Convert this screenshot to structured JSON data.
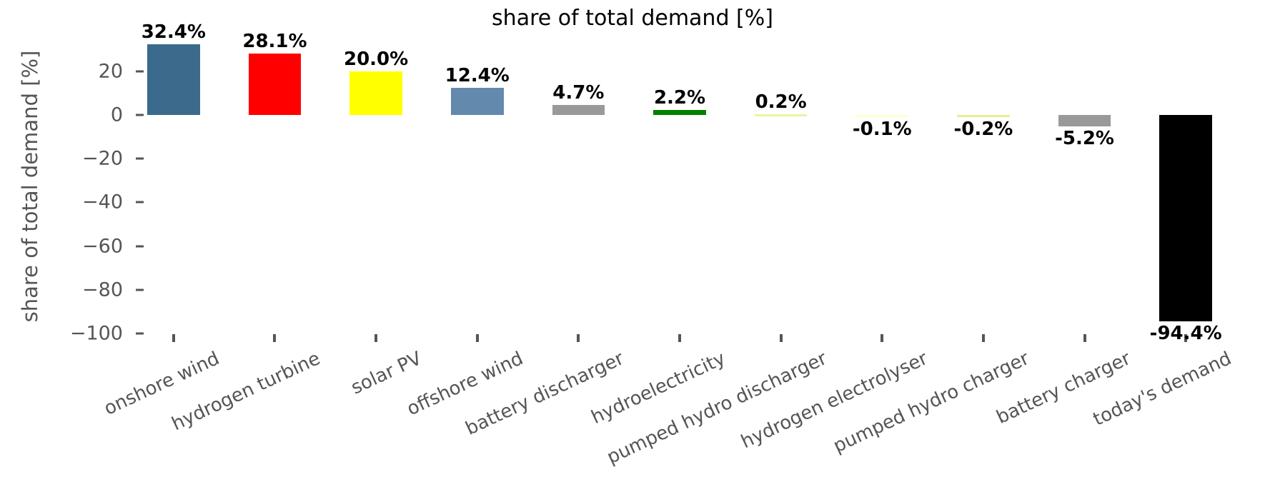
{
  "chart_data": {
    "type": "bar",
    "title": "share of total demand [%]",
    "xlabel": "",
    "ylabel": "share of total demand [%]",
    "ylim": [
      -100,
      32.4
    ],
    "grid": false,
    "legend": "none",
    "y_ticks": [
      20,
      0,
      -20,
      -40,
      -60,
      -80,
      -100
    ],
    "y_tick_labels": [
      "20",
      "0",
      "−20",
      "−40",
      "−60",
      "−80",
      "−100"
    ],
    "categories": [
      "onshore wind",
      "hydrogen turbine",
      "solar PV",
      "offshore wind",
      "battery discharger",
      "hydroelectricity",
      "pumped hydro discharger",
      "hydrogen electrolyser",
      "pumped hydro charger",
      "battery charger",
      "today's demand"
    ],
    "values": [
      32.4,
      28.1,
      20.0,
      12.4,
      4.7,
      2.2,
      0.2,
      -0.1,
      -0.2,
      -5.2,
      -94.4
    ],
    "data_labels": [
      "32.4%",
      "28.1%",
      "20.0%",
      "12.4%",
      "4.7%",
      "2.2%",
      "0.2%",
      "-0.1%",
      "-0.2%",
      "-5.2%",
      "-94.4%"
    ],
    "bar_colors": [
      "#3b6a8c",
      "#ff0000",
      "#ffff00",
      "#6389ad",
      "#999999",
      "#008000",
      "#eaf5a0",
      "#ffffcc",
      "#e8ee90",
      "#999999",
      "#000000"
    ]
  },
  "axis": {
    "tick_color": "#555555",
    "label_color": "#555555",
    "title_color": "#000000",
    "value_label_color": "#000000"
  }
}
